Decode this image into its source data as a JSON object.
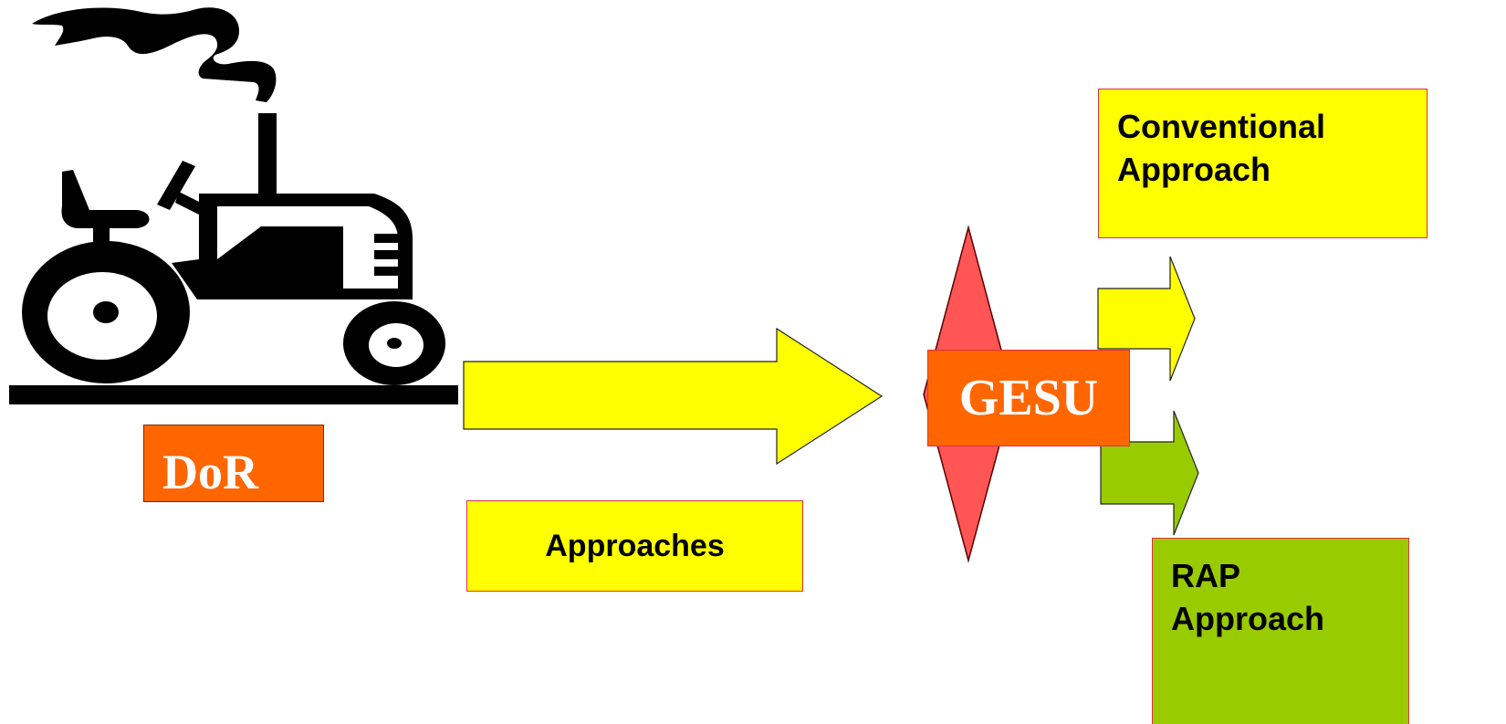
{
  "labels": {
    "dor": "DoR",
    "approaches": "Approaches",
    "gesu": "GESU",
    "conventional": [
      "Conventional",
      "Approach"
    ],
    "rap": [
      "RAP",
      "Approach"
    ]
  },
  "colors": {
    "orange": "#ff6600",
    "yellow": "#ffff00",
    "green": "#99cc00",
    "red_diamond": "#ff5555",
    "border_red": "#e03040"
  },
  "icons": {
    "tractor": "tractor-icon",
    "arrow": "arrow-right-icon",
    "diamond": "diamond-icon"
  }
}
